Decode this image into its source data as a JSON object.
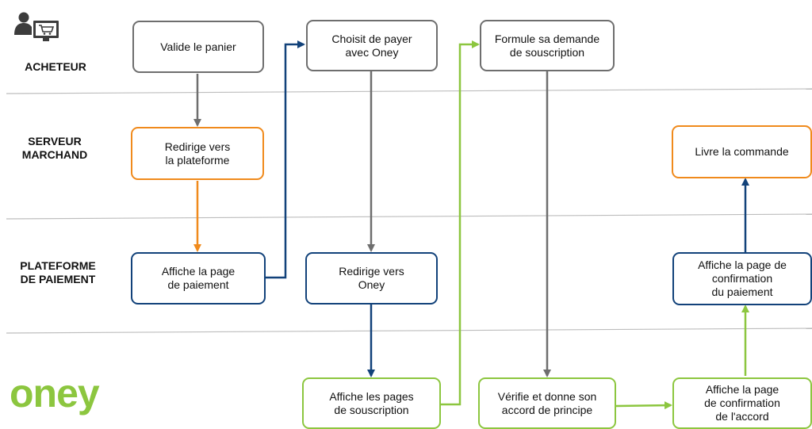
{
  "lanes": {
    "buyer": "ACHETEUR",
    "merchant": "SERVEUR\nMARCHAND",
    "platform": "PLATEFORME\nDE PAIEMENT",
    "oney_logo": "oney"
  },
  "steps": {
    "validate_cart": "Valide le panier",
    "choose_oney": "Choisit de payer\navec Oney",
    "formulate_request": "Formule sa demande\nde souscription",
    "redirect_platform": "Redirige vers\nla plateforme",
    "deliver_order": "Livre la commande",
    "display_payment_page": "Affiche la page\nde paiement",
    "redirect_oney": "Redirige vers\nOney",
    "display_payment_confirmation": "Affiche la page de\nconfirmation\ndu paiement",
    "display_subscription_pages": "Affiche les pages\nde souscription",
    "verify_agreement": "Vérifie et donne son\naccord de principe",
    "display_agreement_confirmation": "Affiche la page\nde confirmation\nde l'accord"
  },
  "colors": {
    "buyer": "#6e6e6e",
    "merchant": "#f08a1c",
    "platform": "#12427a",
    "oney": "#8cc63f",
    "lane_divider": "#bdbdbd"
  },
  "icons": {
    "buyer": "person-at-computer-with-cart-icon"
  }
}
